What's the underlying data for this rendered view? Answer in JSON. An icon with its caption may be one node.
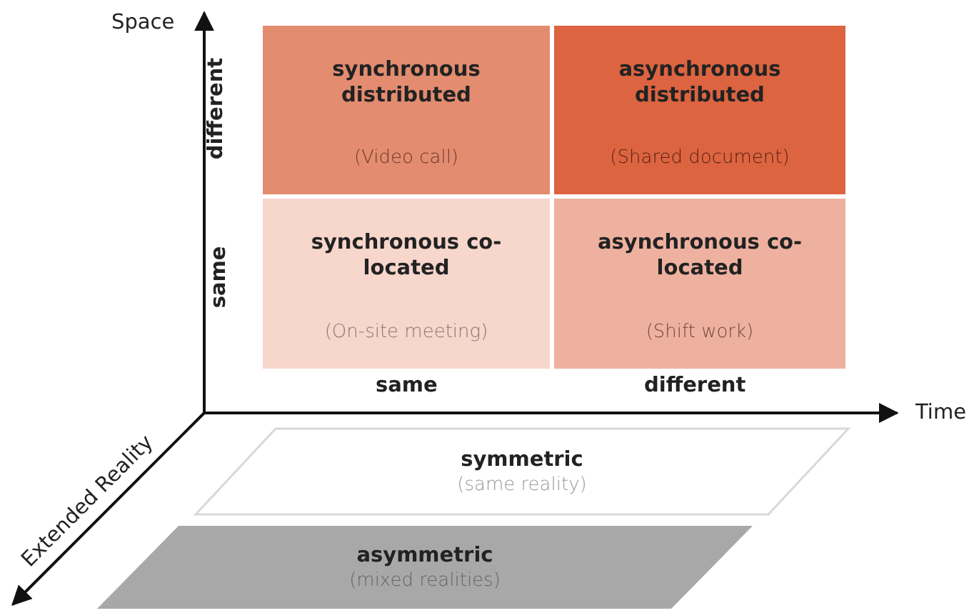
{
  "diagram": {
    "nodes": [
      {
        "text": [
          "synchronous distributed",
          "(Video call)"
        ]
      },
      {
        "text": [
          "asynchronous distributed",
          "(Shared document)"
        ]
      },
      {
        "text": [
          "synchronous co-located",
          "(On-site meeting)"
        ]
      },
      {
        "text": [
          "asynchronous co-located",
          "(Shift work)"
        ]
      },
      {
        "text": [
          "symmetric",
          "(same reality)"
        ]
      },
      {
        "text": [
          "asymmetric",
          "(mixed realities)"
        ]
      }
    ],
    "labels": [
      "Space",
      "different",
      "same",
      "same",
      "different",
      "Time",
      "Extended Reality"
    ]
  }
}
